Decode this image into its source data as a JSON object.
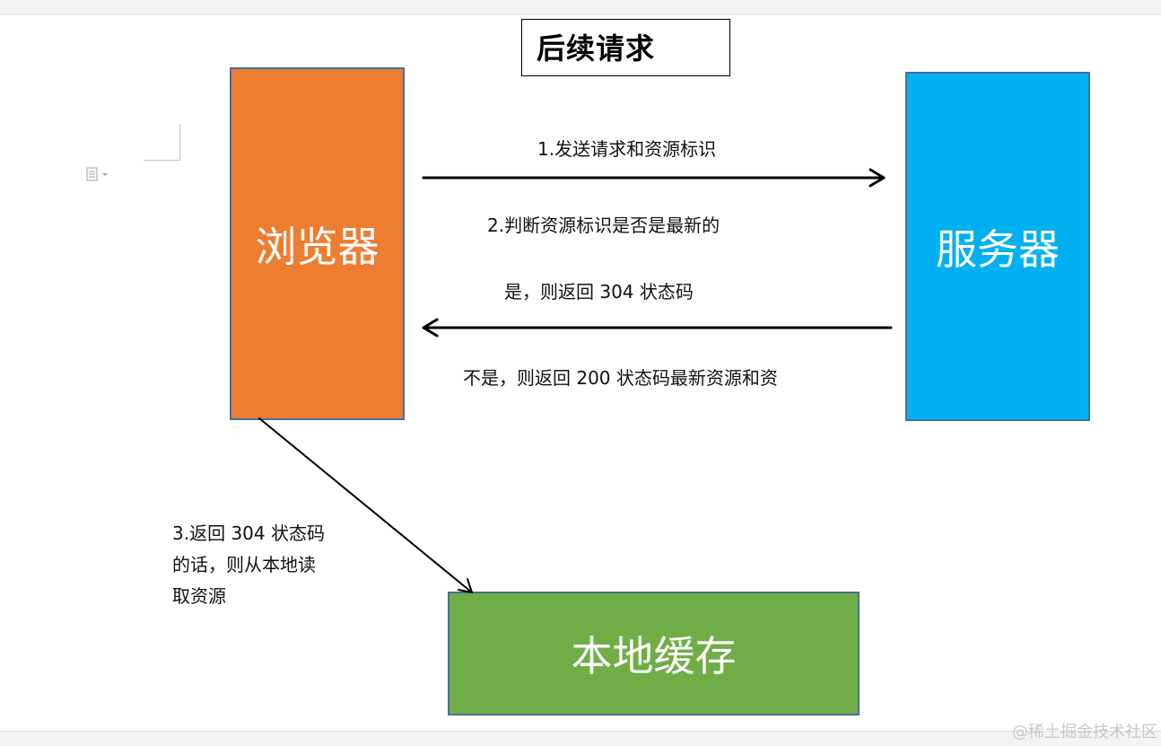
{
  "title": "后续请求",
  "nodes": {
    "browser": "浏览器",
    "server": "服务器",
    "cache": "本地缓存"
  },
  "edges": {
    "request": "1.发送请求和资源标识",
    "check": "2.判断资源标识是否是最新的",
    "yes": "是，则返回 304 状态码",
    "no": "不是，则返回 200 状态码最新资源和资",
    "cache_lines": [
      "3.返回 304 状态码",
      "的话，则从本地读",
      "取资源"
    ]
  },
  "watermark": "@稀土掘金技术社区",
  "colors": {
    "browser": "#ed7d31",
    "server": "#00b0f0",
    "cache": "#70ad47",
    "border": "#41719c"
  },
  "icons": [
    "document-icon"
  ]
}
